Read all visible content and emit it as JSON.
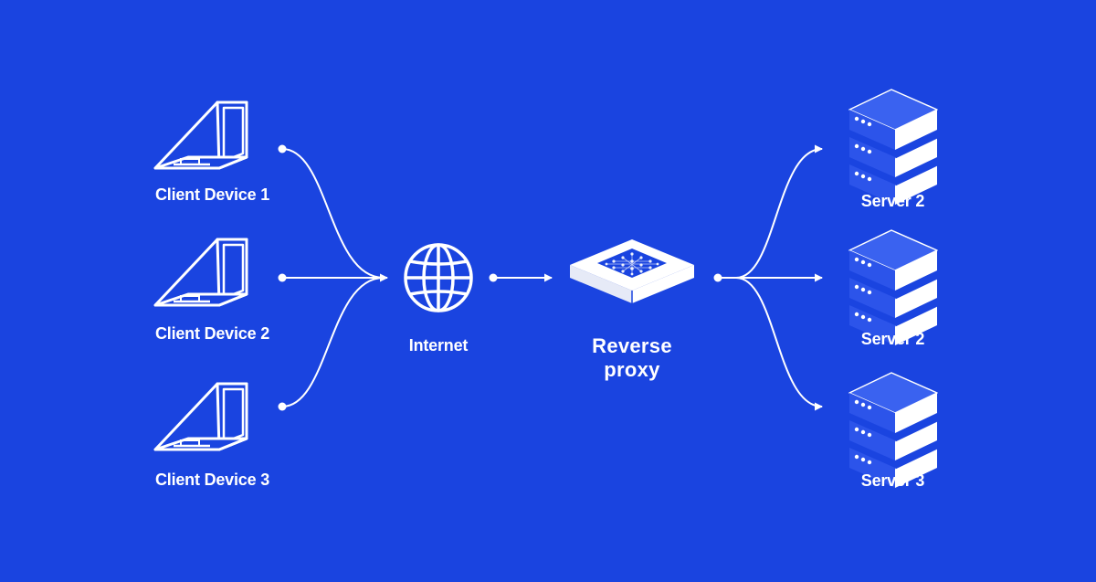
{
  "background_color": "#1a44e0",
  "foreground_color": "#ffffff",
  "clients": [
    {
      "label": "Client Device 1",
      "icon": "laptop-icon"
    },
    {
      "label": "Client Device 2",
      "icon": "laptop-icon"
    },
    {
      "label": "Client Device 3",
      "icon": "laptop-icon"
    }
  ],
  "internet": {
    "label": "Internet",
    "icon": "globe-icon"
  },
  "proxy": {
    "label_line1": "Reverse",
    "label_line2": "proxy",
    "icon": "reverse-proxy-box-icon"
  },
  "servers": [
    {
      "label": "Server 2",
      "icon": "server-stack-icon"
    },
    {
      "label": "Server 2",
      "icon": "server-stack-icon"
    },
    {
      "label": "Server 3",
      "icon": "server-stack-icon"
    }
  ]
}
